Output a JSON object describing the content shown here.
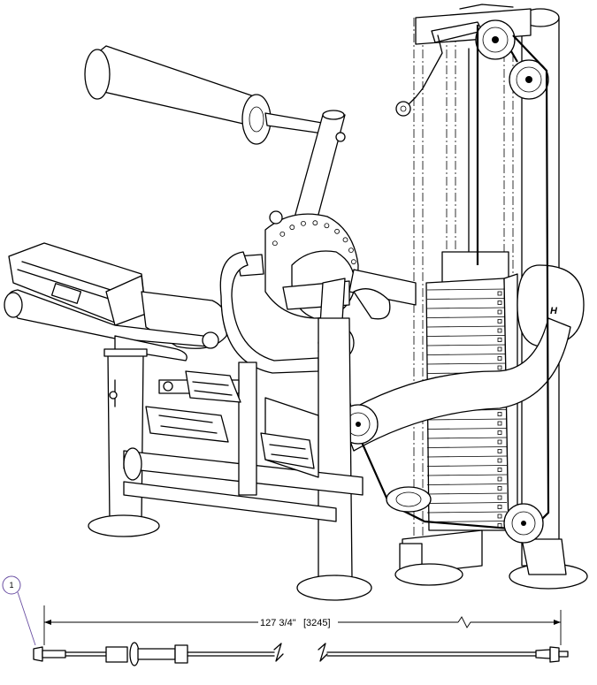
{
  "callout": {
    "number": "1"
  },
  "dimension": {
    "imperial": "127 3/4\"",
    "metric": "[3245]"
  },
  "colors": {
    "line": "#000000",
    "callout_circle": "#6a4fa3",
    "background": "#ffffff"
  }
}
